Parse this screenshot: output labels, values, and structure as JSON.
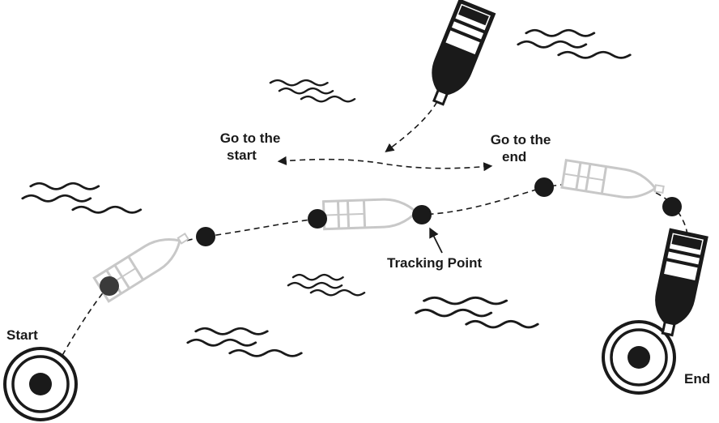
{
  "labels": {
    "start": "Start",
    "end": "End",
    "go_to_start": [
      "Go to the",
      "start"
    ],
    "go_to_end": [
      "Go to the",
      "end"
    ],
    "tracking_point": "Tracking Point"
  },
  "colors": {
    "ink": "#1a1a1a",
    "ghost_boat": "#c8c8c8",
    "waypoint": "#1a1a1a",
    "faded_waypoint": "#3a3a3a"
  },
  "icons": [
    "start-target-icon",
    "end-target-icon",
    "boat-icon",
    "ghost-boat-icon",
    "wave-icon",
    "arrow-icon"
  ]
}
